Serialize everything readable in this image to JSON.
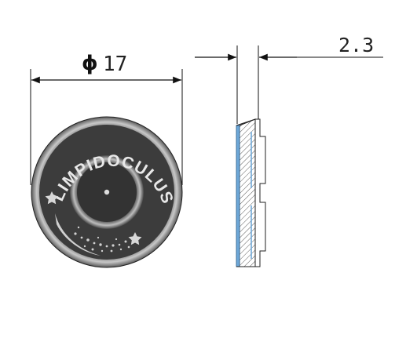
{
  "diameter_dimension": {
    "symbol": "ϕ",
    "value": "17"
  },
  "thickness_dimension": {
    "value": "2.3"
  },
  "emblem": {
    "brand_text": "LIMPIDOCULUS"
  },
  "colors": {
    "line": "#111111",
    "coin_dark": "#3f3f3f",
    "coin_rim": "#9a9a9a",
    "section_blue": "#6fa9d9",
    "hatch": "#333333"
  }
}
